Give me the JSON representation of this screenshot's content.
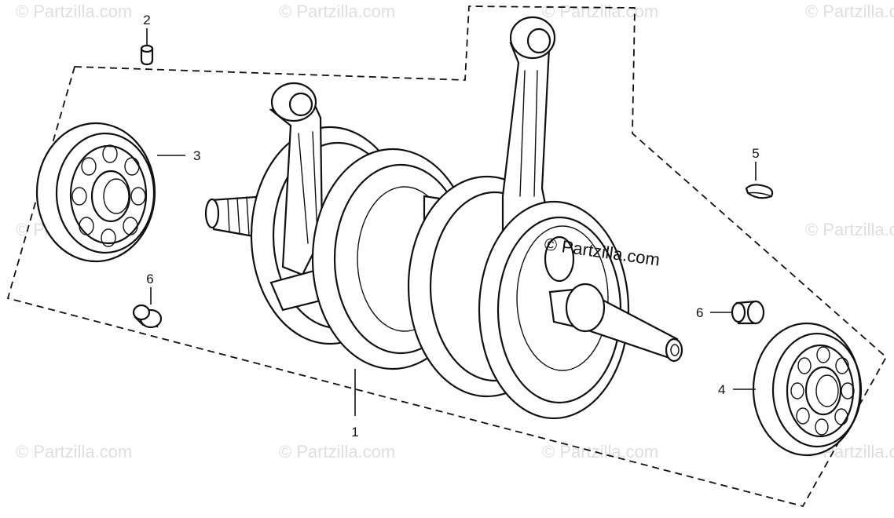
{
  "callouts": {
    "c1": "1",
    "c2": "2",
    "c3": "3",
    "c4": "4",
    "c5": "5",
    "c6a": "6",
    "c6b": "6"
  },
  "watermark": {
    "text": "© Partzilla.com",
    "center_text": "© Partzilla.com"
  },
  "colors": {
    "ink": "#111111",
    "background": "#ffffff",
    "watermark": "#000000"
  }
}
